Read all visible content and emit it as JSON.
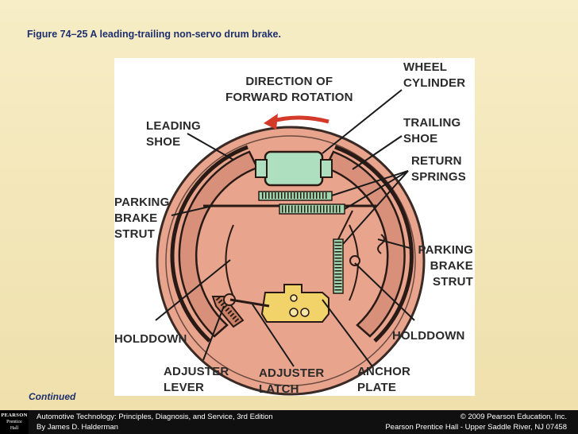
{
  "slide": {
    "figure_title": "Figure 74–25  A leading-trailing non-servo drum brake.",
    "continued": "Continued"
  },
  "diagram": {
    "labels": {
      "direction": "DIRECTION OF\nFORWARD ROTATION",
      "wheel_cylinder": "WHEEL\nCYLINDER",
      "leading_shoe": "LEADING\nSHOE",
      "trailing_shoe": "TRAILING\nSHOE",
      "return_springs": "RETURN\nSPRINGS",
      "parking_brake_strut_left": "PARKING\nBRAKE\nSTRUT",
      "parking_brake_strut_right": "PARKING\nBRAKE\nSTRUT",
      "holddown_left": "HOLDDOWN",
      "holddown_right": "HOLDDOWN",
      "adjuster_lever": "ADJUSTER\nLEVER",
      "adjuster_latch": "ADJUSTER\nLATCH",
      "anchor_plate": "ANCHOR\nPLATE"
    },
    "colors": {
      "backing_plate": "#e8a48c",
      "wheel_cylinder": "#aee0c0",
      "adjuster_latch": "#f2d36a",
      "arrow": "#d43a2a"
    }
  },
  "footer": {
    "logo_line1": "PEARSON",
    "logo_line2": "Prentice",
    "logo_line3": "Hall",
    "book_title": "Automotive Technology: Principles, Diagnosis, and Service, 3rd Edition",
    "author": "By James D. Halderman",
    "copyright": "© 2009 Pearson Education, Inc.",
    "publisher": "Pearson Prentice Hall - Upper Saddle River, NJ 07458"
  }
}
